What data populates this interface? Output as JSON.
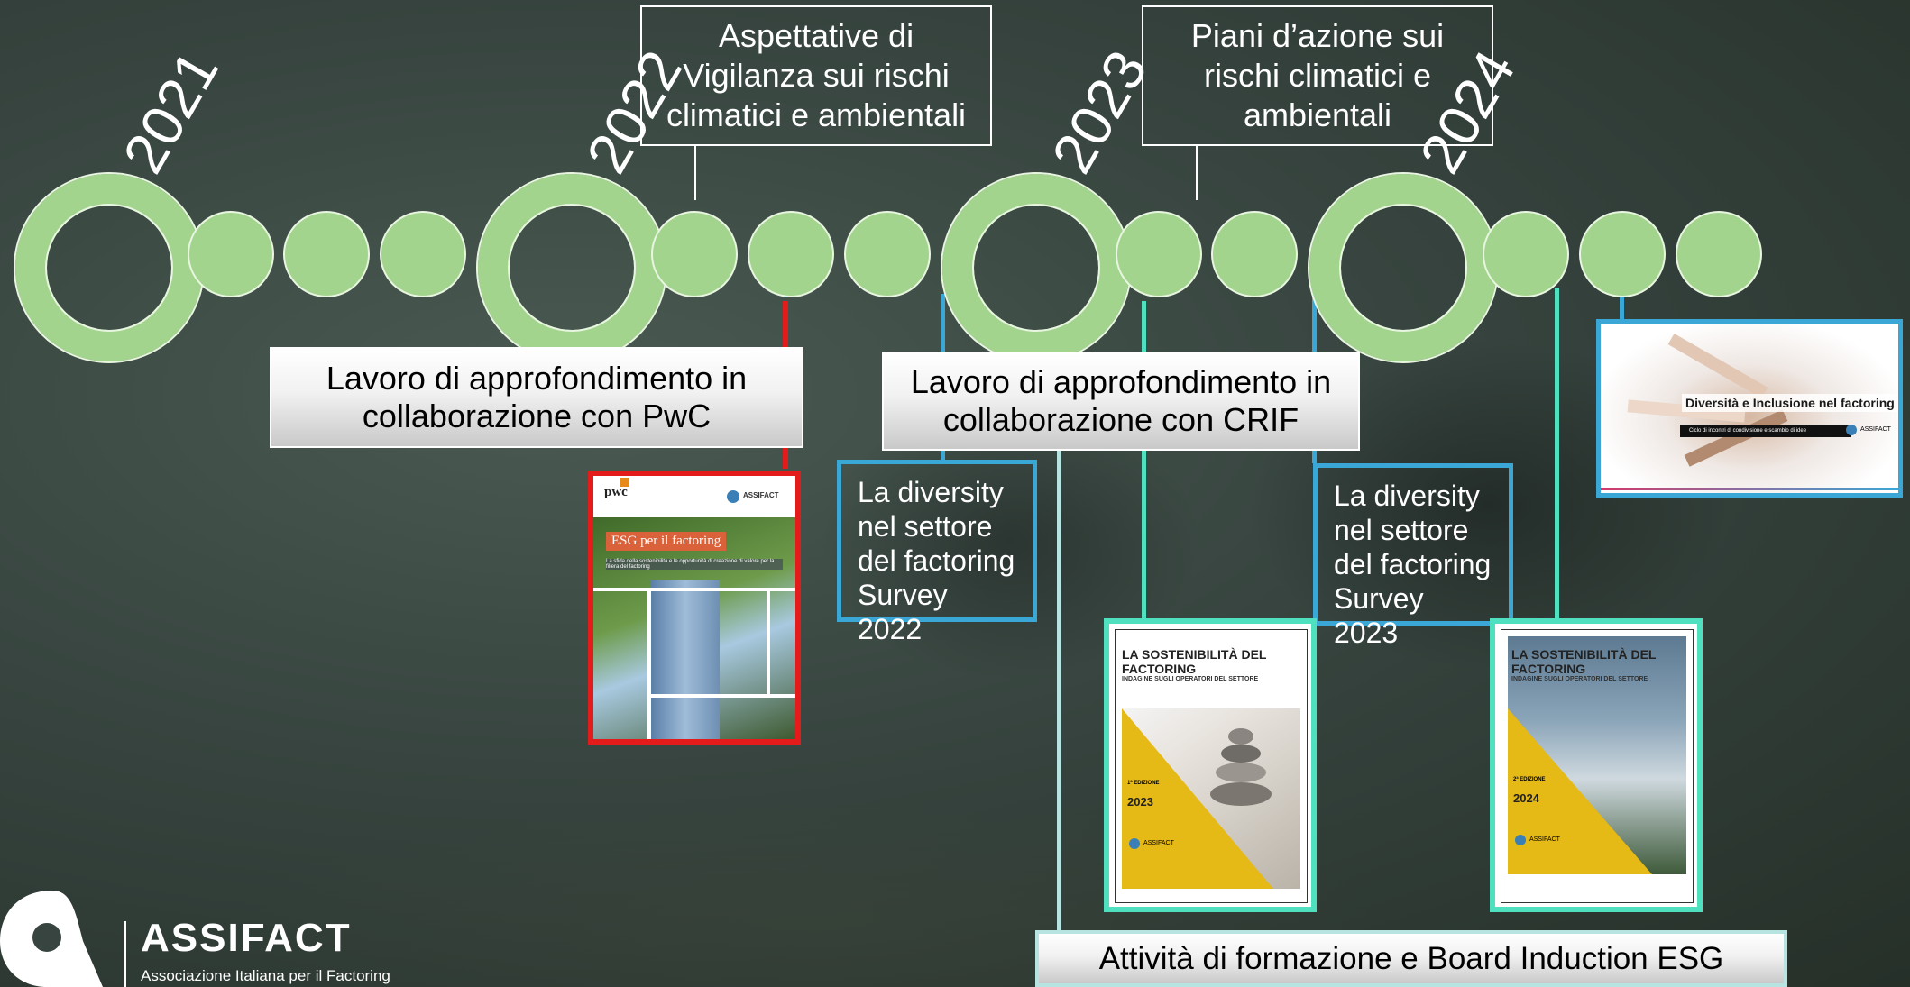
{
  "years": [
    "2021",
    "2022",
    "2023",
    "2024"
  ],
  "top_boxes": {
    "vigilanza": "Aspettative di Vigilanza sui rischi climatici e ambientali",
    "piani": "Piani d’azione sui rischi climatici e ambientali"
  },
  "grey_boxes": {
    "pwc": "Lavoro di approfondimento in collaborazione con PwC",
    "crif": "Lavoro di approfondimento in collaborazione con CRIF",
    "formazione": "Attività di formazione e Board Induction ESG"
  },
  "blue_boxes": {
    "survey2022": "La diversity nel settore del factoring Survey 2022",
    "survey2023": "La diversity nel settore del factoring Survey 2023"
  },
  "covers": {
    "pwc_report": {
      "brand": "pwc",
      "assifact_label": "ASSIFACT",
      "title": "ESG per il factoring",
      "subtitle": "La sfida della sostenibilità e le opportunità di creazione di valore per la filiera del factoring"
    },
    "sos2023": {
      "title": "LA SOSTENIBILITÀ DEL FACTORING",
      "subtitle": "INDAGINE SUGLI OPERATORI DEL SETTORE",
      "edition": "1ª EDIZIONE",
      "year": "2023",
      "assifact_label": "ASSIFACT"
    },
    "sos2024": {
      "title": "LA SOSTENIBILITÀ DEL FACTORING",
      "subtitle": "INDAGINE SUGLI OPERATORI DEL SETTORE",
      "edition": "2ª EDIZIONE",
      "year": "2024",
      "assifact_label": "ASSIFACT"
    },
    "diversita": {
      "title": "Diversità e Inclusione nel factoring",
      "subtitle": "Ciclo di incontri di condivisione e scambio di idee",
      "assifact_label": "ASSIFACT"
    }
  },
  "logo": {
    "name": "ASSIFACT",
    "tagline": "Associazione Italiana per il Factoring"
  },
  "colors": {
    "timeline_green": "#a3d48e",
    "accent_red": "#e31b1b",
    "accent_blue": "#3aa7d6",
    "accent_teal": "#4fe0c0"
  }
}
